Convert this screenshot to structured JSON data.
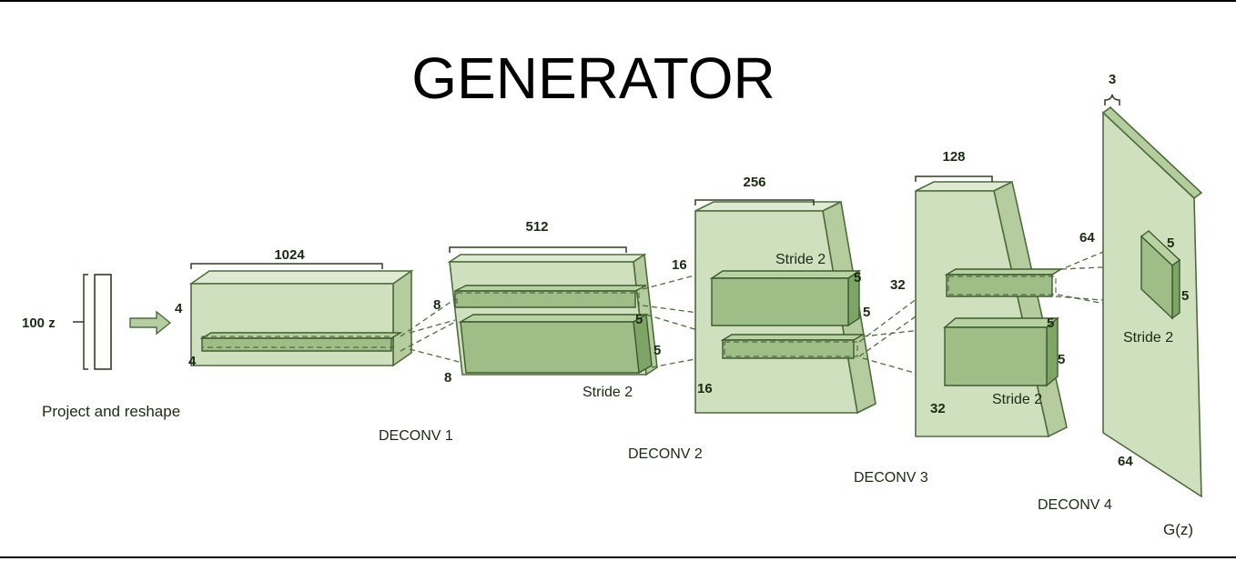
{
  "title": "GENERATOR",
  "input": {
    "label": "100 z",
    "caption": "Project and reshape"
  },
  "stages": [
    {
      "name": "DECONV 1",
      "depth": "1024",
      "height": "4",
      "width": "4"
    },
    {
      "name": "DECONV 2",
      "depth": "512",
      "height": "8",
      "width": "8",
      "kernel_a": "5",
      "kernel_b": "5",
      "stride": "Stride 2"
    },
    {
      "name": "DECONV 3",
      "depth": "256",
      "height": "16",
      "width": "16",
      "stride": "Stride 2",
      "kernel_a": "5",
      "kernel_b": "5"
    },
    {
      "name": "DECONV 4",
      "depth": "128",
      "height": "32",
      "width": "32",
      "kernel_a": "5",
      "kernel_b": "5",
      "stride": "Stride 2"
    }
  ],
  "output": {
    "depth": "3",
    "height": "64",
    "width": "64",
    "kernel_a": "5",
    "kernel_b": "5",
    "stride": "Stride 2",
    "label": "G(z)"
  },
  "colors": {
    "box_fill": "#cfe0bf",
    "kernel_fill": "#9fbd86",
    "stroke": "#4f6b3f"
  }
}
